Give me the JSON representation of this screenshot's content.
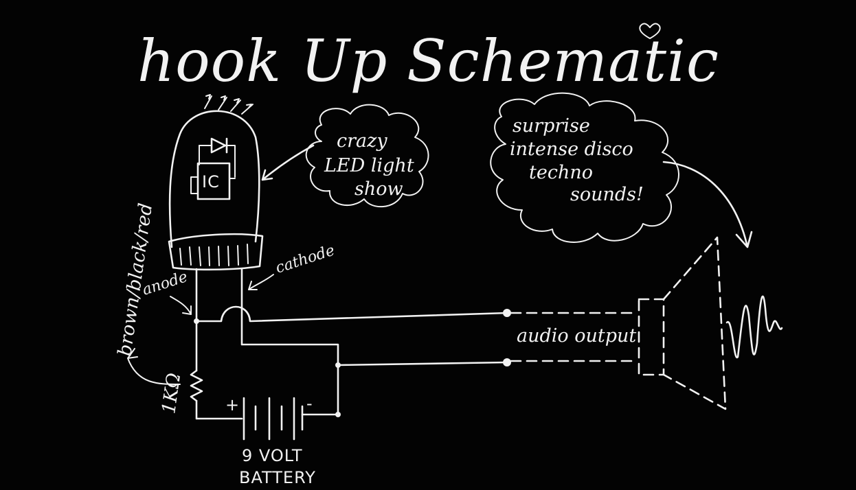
{
  "title": "hook Up Schematic",
  "labels": {
    "ic": "IC",
    "cathode": "cathode",
    "anode": "anode",
    "resistor_colors": "brown/black/red",
    "resistor_value": "1KΩ",
    "battery_plus": "+",
    "battery_minus": "-",
    "battery_line1": "9 VOLT",
    "battery_line2": "BATTERY",
    "audio_output": "audio output"
  },
  "clouds": {
    "led": [
      "crazy",
      "LED light",
      "show"
    ],
    "sound": [
      "surprise",
      "intense disco",
      "techno",
      "sounds!"
    ]
  },
  "colors": {
    "background": "#030303",
    "ink": "#f2f2f2"
  }
}
